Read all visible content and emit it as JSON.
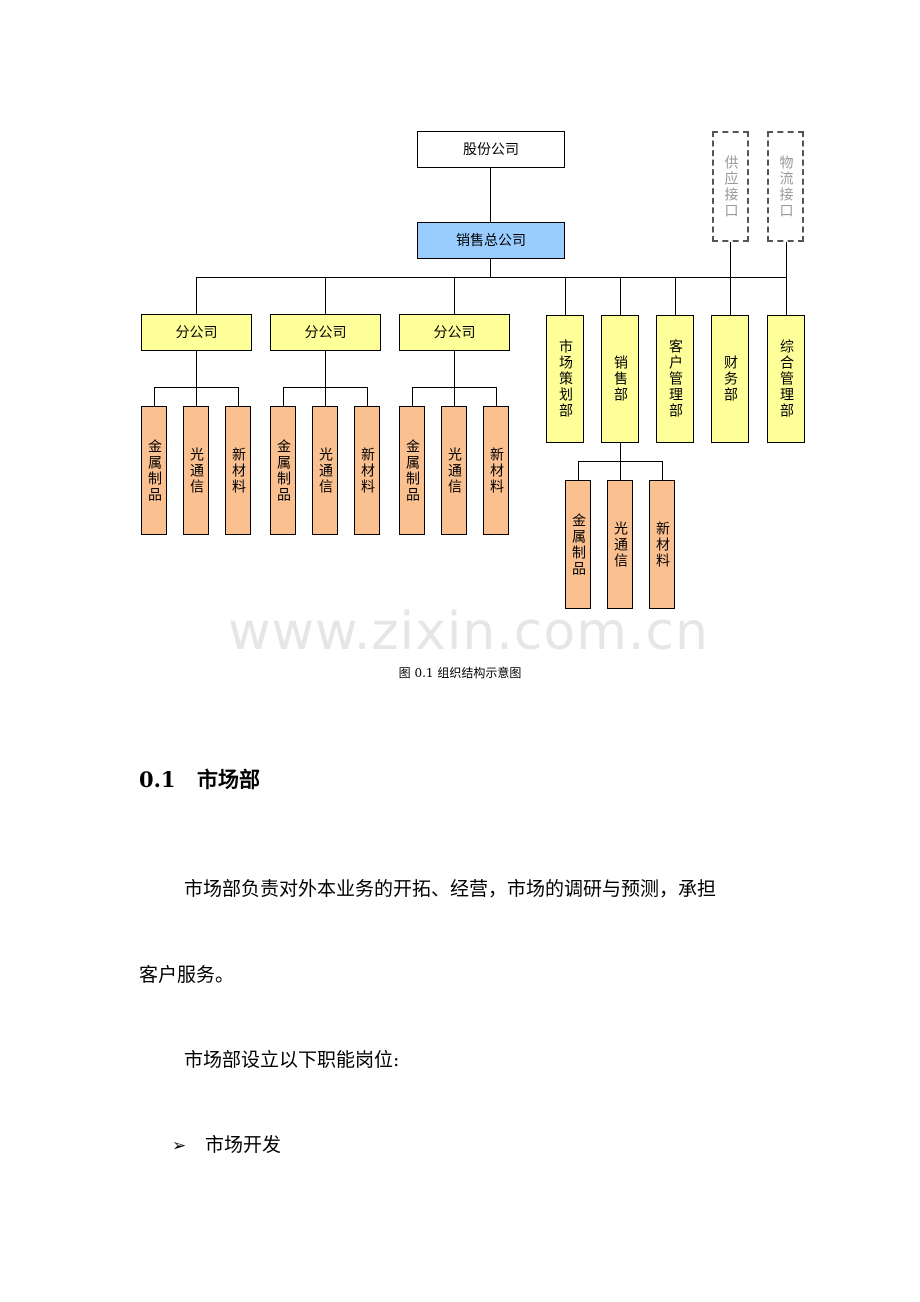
{
  "org_chart": {
    "root": "股份公司",
    "sales_hq": "销售总公司",
    "interfaces": [
      "供应接口",
      "物流接口"
    ],
    "branches": [
      {
        "label": "分公司",
        "units": [
          "金属制品",
          "光通信",
          "新材料"
        ]
      },
      {
        "label": "分公司",
        "units": [
          "金属制品",
          "光通信",
          "新材料"
        ]
      },
      {
        "label": "分公司",
        "units": [
          "金属制品",
          "光通信",
          "新材料"
        ]
      }
    ],
    "departments": [
      "市场策划部",
      "销售部",
      "客户管理部",
      "财务部",
      "综合管理部"
    ],
    "sales_units": [
      "金属制品",
      "光通信",
      "新材料"
    ]
  },
  "watermark": "www.zixin.com.cn",
  "caption": "图 0.1  组织结构示意图",
  "section": {
    "number": "0.1",
    "title": "市场部"
  },
  "paragraphs": {
    "p1_line1": "市场部负责对外本业务的开拓、经营，市场的调研与预测，承担",
    "p1_line2": "客户服务。",
    "p2": "市场部设立以下职能岗位:"
  },
  "bullets": [
    {
      "mark": "➢",
      "text": "市场开发"
    }
  ]
}
